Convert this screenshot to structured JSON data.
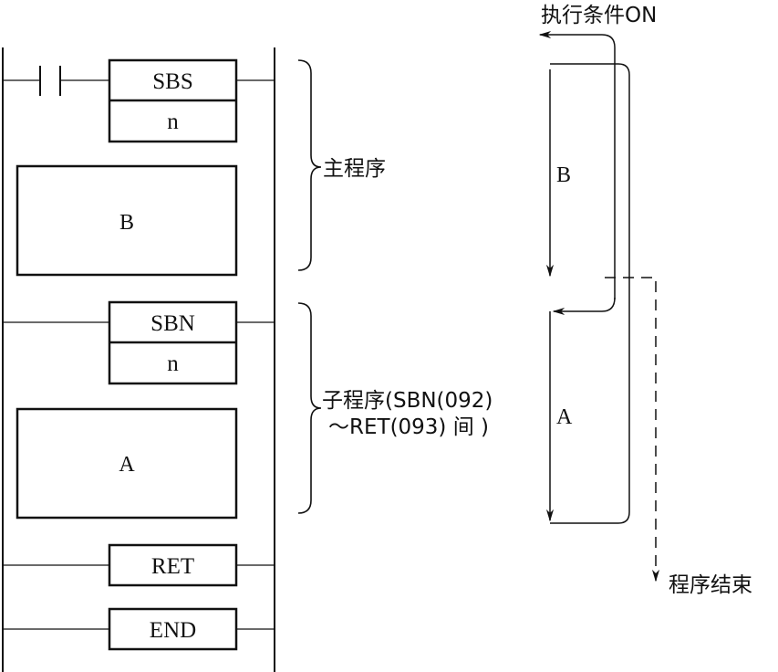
{
  "ladder": {
    "contact": {
      "type": "normally-open"
    },
    "instructions": [
      {
        "name": "SBS",
        "operand": "n"
      },
      {
        "name": "block",
        "label": "B"
      },
      {
        "name": "SBN",
        "operand": "n"
      },
      {
        "name": "block",
        "label": "A"
      },
      {
        "name": "RET"
      },
      {
        "name": "END"
      }
    ]
  },
  "braces": {
    "main": "主程序",
    "sub_line1": "子程序(SBN(092)",
    "sub_line2": "～RET(093) 间 )"
  },
  "flow": {
    "start_label": "执行条件ON",
    "segment_b": "B",
    "segment_a": "A",
    "end_label": "程序结束"
  },
  "colors": {
    "line": "#111111",
    "background": "#ffffff"
  }
}
